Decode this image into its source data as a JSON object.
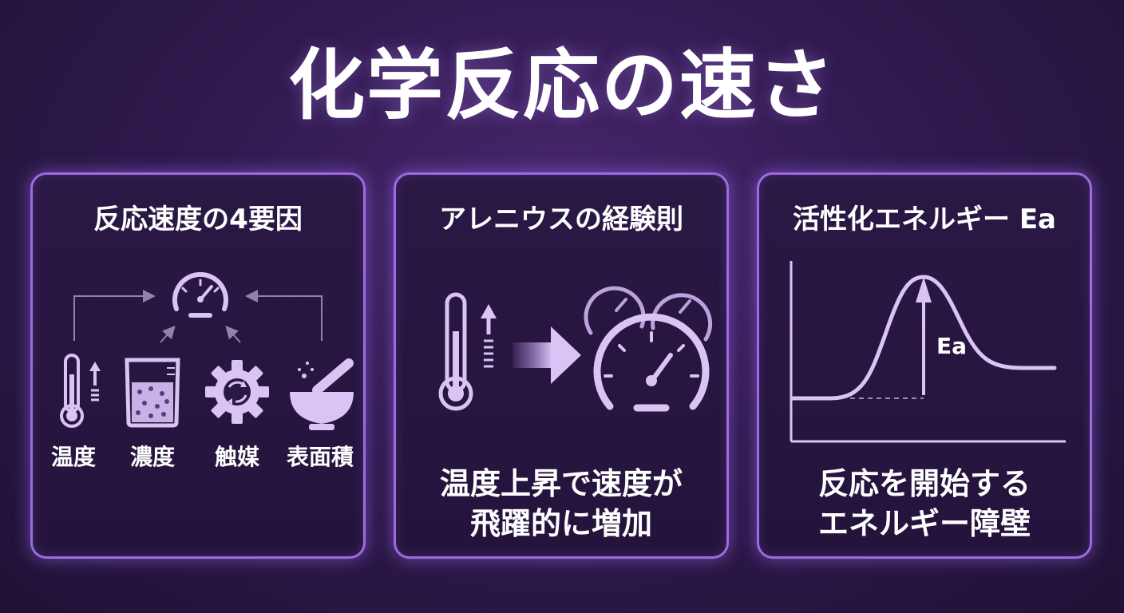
{
  "title": "化学反応の速さ",
  "panels": [
    {
      "title": "反応速度の4要因",
      "factors": [
        "温度",
        "濃度",
        "触媒",
        "表面積"
      ]
    },
    {
      "title": "アレニウスの経験則",
      "caption_line1": "温度上昇で速度が",
      "caption_line2": "飛躍的に増加"
    },
    {
      "title": "活性化エネルギー Ea",
      "ea_label": "Ea",
      "caption_line1": "反応を開始する",
      "caption_line2": "エネルギー障壁"
    }
  ],
  "colors": {
    "accent": "#9d6be0",
    "icon": "#d9c4f5",
    "background": "#2f1a4e"
  },
  "icons": [
    "speedometer-icon",
    "thermometer-icon",
    "beaker-icon",
    "gear-icon",
    "mortar-pestle-icon",
    "arrow-right-icon",
    "energy-curve-icon"
  ]
}
